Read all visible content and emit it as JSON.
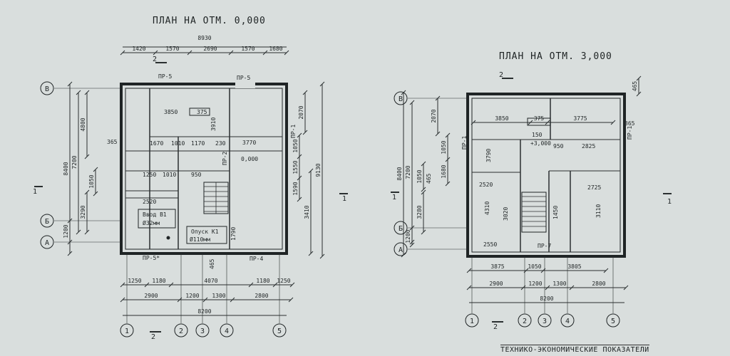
{
  "titles": {
    "plan1": "ПЛАН НА ОТМ. 0,000",
    "plan2": "ПЛАН НА ОТМ. 3,000",
    "bottom": "ТЕХНИКО-ЭКОНОМИЧЕСКИЕ ПОКАЗАТЕЛИ"
  },
  "axes": {
    "cols": [
      "1",
      "2",
      "3",
      "4",
      "5"
    ],
    "rows": [
      "В",
      "Б",
      "А"
    ]
  },
  "plan1": {
    "dims_top_overall": "8930",
    "dims_top_chain": [
      "1420",
      "1570",
      "2690",
      "1570",
      "1680"
    ],
    "dims_left": [
      "8400",
      "7200",
      "4800",
      "3290",
      "1200",
      "1050"
    ],
    "dims_right": [
      "9130",
      "3410",
      "2070",
      "1050",
      "1550",
      "1590"
    ],
    "dims_bottom_1": [
      "1250",
      "1180",
      "4070",
      "1180",
      "1250"
    ],
    "dims_bottom_2": [
      "2900",
      "1200",
      "1300",
      "2800"
    ],
    "dims_bottom_overall": "8200",
    "room_dims": [
      "3850",
      "375",
      "3770",
      "1670",
      "1010",
      "1170",
      "230",
      "1250",
      "1010",
      "950",
      "2520",
      "3910",
      "1790",
      "465",
      "365"
    ],
    "labels": {
      "pr5_top": "ПР-5",
      "pr5_top2": "ПР-5",
      "pr5_bottom": "ПР-5*",
      "pr4": "ПР-4",
      "pr1": "ПР-1",
      "pr2": "ПР-2",
      "level": "0,000",
      "entry": "Ввод В1",
      "entry_d": "Ø32мм",
      "descent": "Опуск К1",
      "descent_d": "Ø110мм",
      "sec1": "1",
      "sec2": "2"
    }
  },
  "plan2": {
    "dims_left": [
      "8400",
      "7200",
      "3280",
      "1200",
      "1050",
      "465"
    ],
    "dims_top_room": [
      "3850",
      "375",
      "3775"
    ],
    "dims_right": [
      "465",
      "365",
      "2070",
      "1050",
      "1680"
    ],
    "dims_bottom_1": [
      "3875",
      "1050",
      "3805"
    ],
    "dims_bottom_2": [
      "2900",
      "1200",
      "1300",
      "2800"
    ],
    "dims_bottom_overall": "8200",
    "room_dims": [
      "3790",
      "150",
      "950",
      "2825",
      "2520",
      "2725",
      "4310",
      "3020",
      "1450",
      "3110",
      "2550"
    ],
    "labels": {
      "level": "+3,000",
      "pr1": "ПР-1",
      "pr7": "ПР-7",
      "sec2": "2",
      "sec1": "1"
    }
  }
}
